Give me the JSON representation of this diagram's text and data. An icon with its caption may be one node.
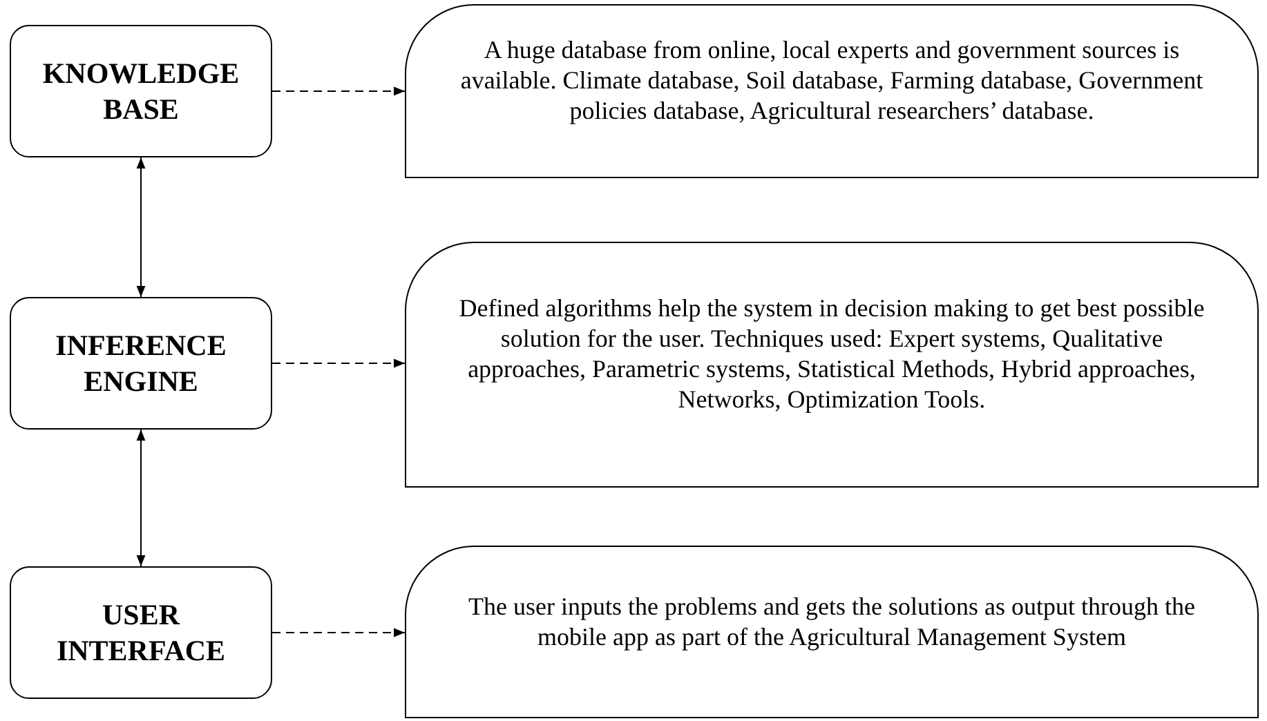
{
  "diagram": {
    "nodes": [
      {
        "text": [
          "KNOWLEDGE BASE"
        ]
      },
      {
        "text": [
          "A huge database from online, local experts and government sources is available. Climate database, Soil database, Farming database, Government policies database, Agricultural researchers’ database."
        ]
      },
      {
        "text": [
          "INFERENCE ENGINE"
        ]
      },
      {
        "text": [
          "Defined algorithms help the system in decision making to get best possible solution for the user. Techniques used: Expert systems, Qualitative approaches, Parametric systems, Statistical Methods, Hybrid approaches, Networks, Optimization Tools."
        ]
      },
      {
        "text": [
          "USER INTERFACE"
        ]
      },
      {
        "text": [
          "The user inputs the problems and gets the solutions as output through the mobile app as part of the Agricultural Management System"
        ]
      }
    ],
    "edges": [
      {
        "from": 0,
        "to": 1,
        "arrow": "to",
        "style": "dashed"
      },
      {
        "from": 0,
        "to": 2,
        "arrow": "both"
      },
      {
        "from": 2,
        "to": 3,
        "arrow": "to",
        "style": "dashed"
      },
      {
        "from": 2,
        "to": 4,
        "arrow": "both"
      },
      {
        "from": 4,
        "to": 5,
        "arrow": "to",
        "style": "dashed"
      }
    ]
  }
}
